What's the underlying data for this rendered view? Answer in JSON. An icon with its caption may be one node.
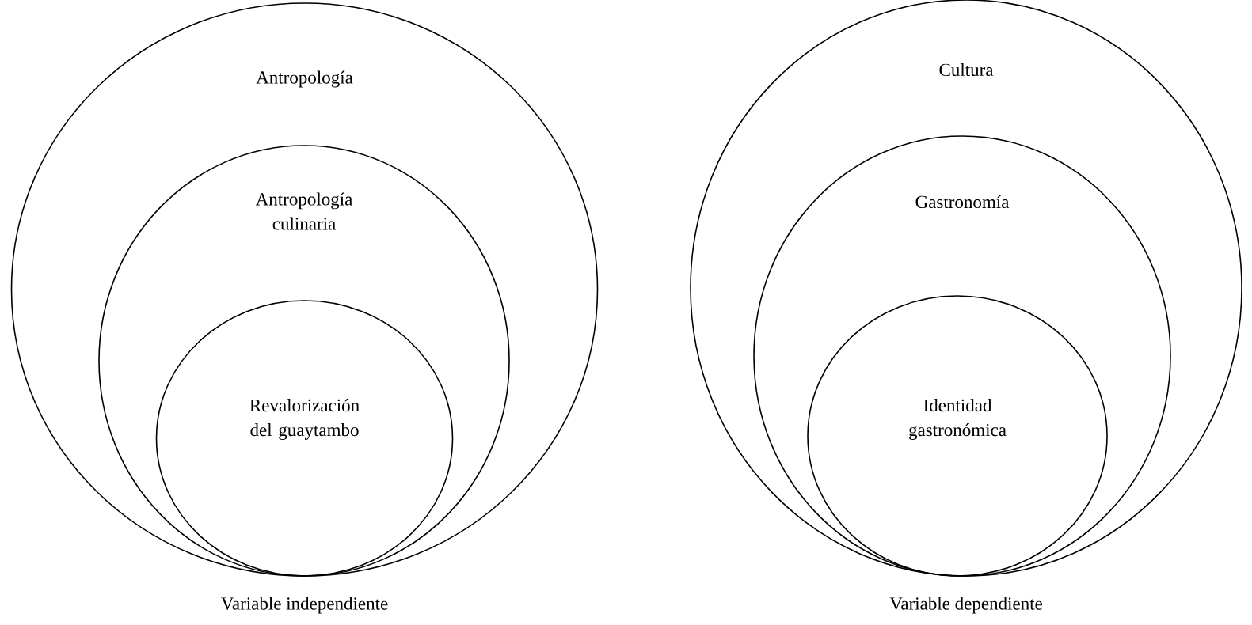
{
  "diagram": {
    "nodes": [
      {
        "text": [
          "Antropología"
        ],
        "beside": [
          "Variable independiente"
        ]
      },
      {
        "text": [
          "Antropología culinaria"
        ],
        "in": 0
      },
      {
        "text": [
          "Revalorización del guaytambo"
        ],
        "in": 1
      },
      {
        "text": [
          "Cultura"
        ],
        "beside": [
          "Variable dependiente"
        ]
      },
      {
        "text": [
          "Gastronomía"
        ],
        "in": 3
      },
      {
        "text": [
          "Identidad gastronómica"
        ],
        "in": 4
      }
    ]
  }
}
